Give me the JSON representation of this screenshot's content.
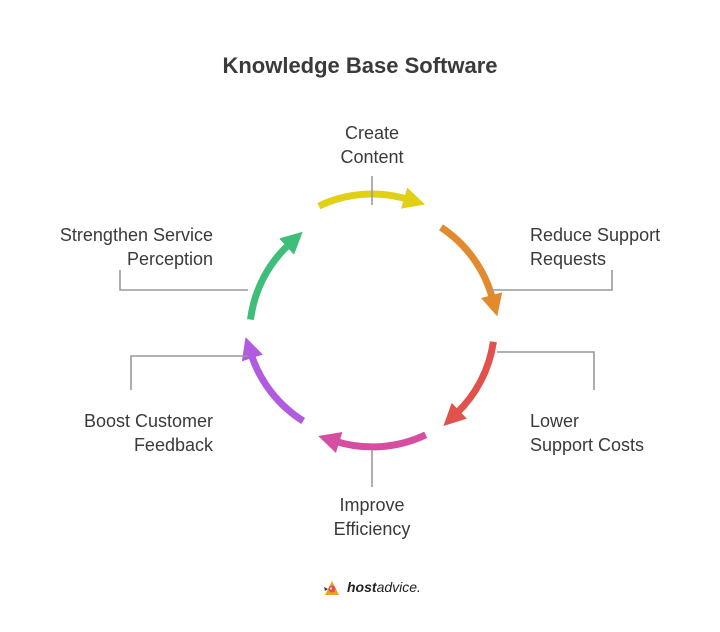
{
  "title": "Knowledge Base Software",
  "steps": [
    {
      "line1": "Create",
      "line2": "Content",
      "color": "#e2cf17"
    },
    {
      "line1": "Reduce Support",
      "line2": "Requests",
      "color": "#e28a2e"
    },
    {
      "line1": "Lower",
      "line2": "Support Costs",
      "color": "#e2524d"
    },
    {
      "line1": "Improve",
      "line2": "Efficiency",
      "color": "#d64ea0"
    },
    {
      "line1": "Boost Customer",
      "line2": "Feedback",
      "color": "#b05be0"
    },
    {
      "line1": "Strengthen Service",
      "line2": "Perception",
      "color": "#3fbe79"
    }
  ],
  "brand": {
    "bold": "host",
    "rest": "advice."
  }
}
